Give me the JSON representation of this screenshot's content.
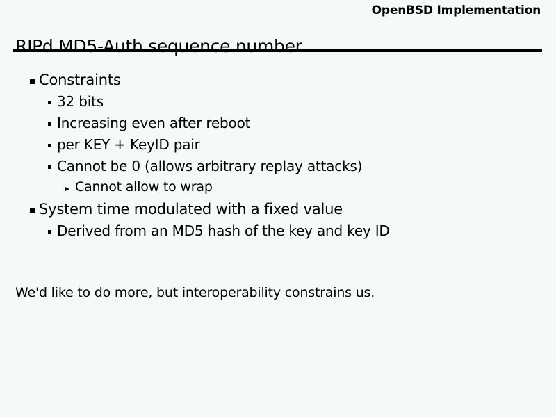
{
  "slide": {
    "background_color": "#f6faf7",
    "text_color": "#000000",
    "header": {
      "text": "OpenBSD Implementation"
    },
    "title": {
      "text": "RIPd MD5-Auth sequence number"
    },
    "rule": {
      "color": "#000000"
    },
    "bullets": [
      {
        "level": 1,
        "marker": "square-bullet",
        "text": "Constraints"
      },
      {
        "level": 2,
        "marker": "small-square-bullet",
        "text": "32 bits"
      },
      {
        "level": 2,
        "marker": "small-square-bullet",
        "text": "Increasing even after reboot"
      },
      {
        "level": 2,
        "marker": "small-square-bullet",
        "text": "per KEY + KeyID pair"
      },
      {
        "level": 2,
        "marker": "small-square-bullet",
        "text": "Cannot be 0 (allows arbitrary replay attacks)"
      },
      {
        "level": 3,
        "marker": "triangle-bullet",
        "text": "Cannot allow to wrap"
      },
      {
        "level": 1,
        "marker": "square-bullet",
        "text": "System time modulated with a fixed value"
      },
      {
        "level": 2,
        "marker": "small-square-bullet",
        "text": "Derived from an MD5 hash of the key and key ID"
      }
    ],
    "closing_note": {
      "text": "We'd like to do more, but interoperability constrains us."
    }
  }
}
